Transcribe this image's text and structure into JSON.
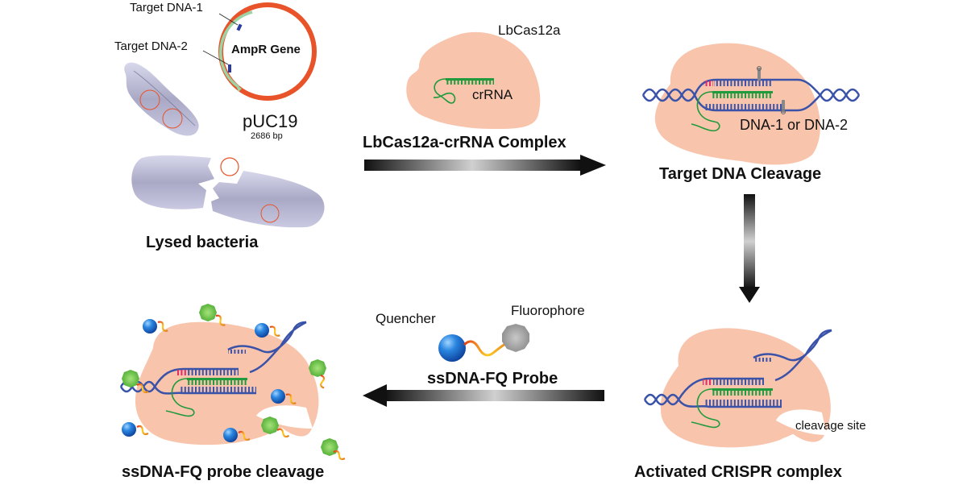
{
  "diagram": {
    "title": "",
    "colors": {
      "plasmid": "#e8532a",
      "protein": "#f8c4ac",
      "dna": "#3a52a8",
      "crRNA": "#1f9a3c",
      "pam": "#e02a6a",
      "amp_arrow": "#9bd4a2",
      "bacteria": "#b8b8d4",
      "quencher": "#1e6fd0",
      "fluorophore_off": "#9a9a9a",
      "fluorophore_on": "#5cc23c",
      "linker": "#f29a1e"
    },
    "panel_plasmid": {
      "target1_label": "Target DNA-1",
      "target2_label": "Target DNA-2",
      "gene_label": "AmpR Gene",
      "plasmid_name": "pUC19",
      "plasmid_size": "2686 bp",
      "caption": "Lysed bacteria"
    },
    "panel_complex": {
      "protein_label": "LbCas12a",
      "rna_label": "crRNA",
      "caption": "LbCas12a-crRNA Complex"
    },
    "panel_cleavage": {
      "dna_label": "DNA-1 or DNA-2",
      "caption": "Target DNA Cleavage"
    },
    "panel_activated": {
      "site_label": "cleavage site",
      "caption": "Activated CRISPR complex"
    },
    "panel_probe": {
      "quencher_label": "Quencher",
      "fluorophore_label": "Fluorophore",
      "caption": "ssDNA-FQ Probe"
    },
    "panel_result": {
      "caption": "ssDNA-FQ probe cleavage"
    },
    "flow": [
      {
        "from": "Lysed bacteria",
        "to": "Target DNA Cleavage",
        "direction": "right"
      },
      {
        "from": "Target DNA Cleavage",
        "to": "Activated CRISPR complex",
        "direction": "down"
      },
      {
        "from": "Activated CRISPR complex",
        "to": "ssDNA-FQ probe cleavage",
        "direction": "left"
      }
    ]
  }
}
